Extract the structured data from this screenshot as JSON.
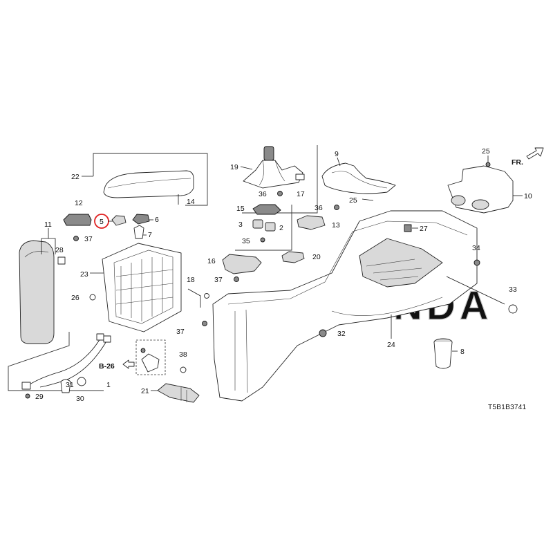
{
  "diagram": {
    "code": "T5B1B3741",
    "direction_label": "FR.",
    "watermark": "HONDA",
    "ref_label": "B-26",
    "highlighted_part": "5",
    "callouts": [
      {
        "id": "c1",
        "label": "1"
      },
      {
        "id": "c2",
        "label": "2"
      },
      {
        "id": "c3",
        "label": "3"
      },
      {
        "id": "c5",
        "label": "5"
      },
      {
        "id": "c6",
        "label": "6"
      },
      {
        "id": "c7",
        "label": "7"
      },
      {
        "id": "c8",
        "label": "8"
      },
      {
        "id": "c9",
        "label": "9"
      },
      {
        "id": "c10",
        "label": "10"
      },
      {
        "id": "c11",
        "label": "11"
      },
      {
        "id": "c12",
        "label": "12"
      },
      {
        "id": "c13",
        "label": "13"
      },
      {
        "id": "c14",
        "label": "14"
      },
      {
        "id": "c15",
        "label": "15"
      },
      {
        "id": "c16",
        "label": "16"
      },
      {
        "id": "c17",
        "label": "17"
      },
      {
        "id": "c18",
        "label": "18"
      },
      {
        "id": "c19",
        "label": "19"
      },
      {
        "id": "c20",
        "label": "20"
      },
      {
        "id": "c21",
        "label": "21"
      },
      {
        "id": "c22",
        "label": "22"
      },
      {
        "id": "c23",
        "label": "23"
      },
      {
        "id": "c24",
        "label": "24"
      },
      {
        "id": "c25a",
        "label": "25"
      },
      {
        "id": "c25b",
        "label": "25"
      },
      {
        "id": "c26",
        "label": "26"
      },
      {
        "id": "c27",
        "label": "27"
      },
      {
        "id": "c28",
        "label": "28"
      },
      {
        "id": "c29",
        "label": "29"
      },
      {
        "id": "c30",
        "label": "30"
      },
      {
        "id": "c31",
        "label": "31"
      },
      {
        "id": "c32",
        "label": "32"
      },
      {
        "id": "c33",
        "label": "33"
      },
      {
        "id": "c34",
        "label": "34"
      },
      {
        "id": "c35",
        "label": "35"
      },
      {
        "id": "c36a",
        "label": "36"
      },
      {
        "id": "c36b",
        "label": "36"
      },
      {
        "id": "c37a",
        "label": "37"
      },
      {
        "id": "c37b",
        "label": "37"
      },
      {
        "id": "c37c",
        "label": "37"
      },
      {
        "id": "c38",
        "label": "38"
      }
    ]
  }
}
